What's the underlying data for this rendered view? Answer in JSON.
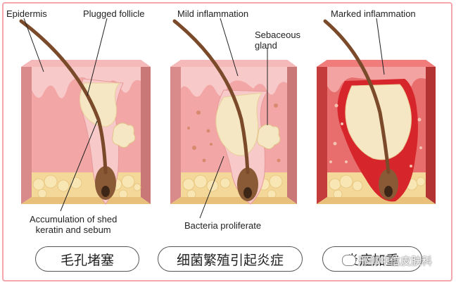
{
  "labels": {
    "epidermis": "Epidermis",
    "plugged_follicle": "Plugged follicle",
    "mild_inflammation": "Mild inflammation",
    "sebaceous_gland": "Sebaceous\ngland",
    "marked_inflammation": "Marked inflammation",
    "accumulation": "Accumulation of shed\nkeratin and sebum",
    "bacteria": "Bacteria proliferate"
  },
  "captions": {
    "stage1": "毛孔堵塞",
    "stage2": "细菌繁殖引起炎症",
    "stage3": "炎症加重"
  },
  "watermark": "邢郸中信皮肤科",
  "colors": {
    "border": "#f2a7ad",
    "dermis": "#f2a6a6",
    "epidermis": "#f7c9c9",
    "fat": "#f3d89a",
    "hair": "#7a4a2a",
    "plug": "#f6e7c4",
    "inflamed": "#d7262b"
  }
}
